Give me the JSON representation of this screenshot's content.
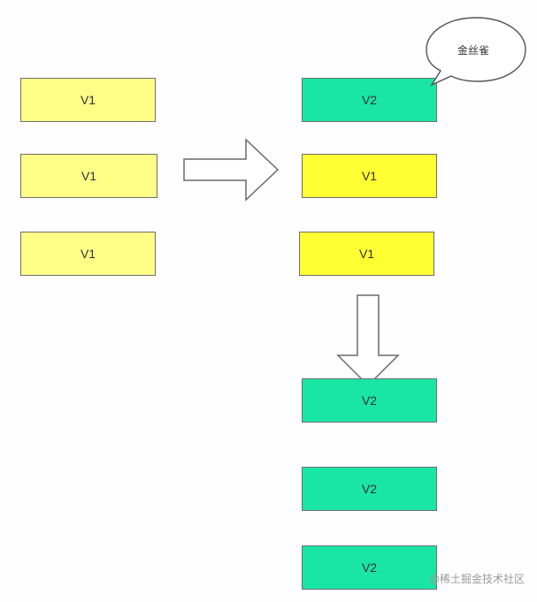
{
  "diagram": {
    "left_column": [
      "V1",
      "V1",
      "V1"
    ],
    "middle_column": [
      "V2",
      "V1",
      "V1"
    ],
    "bottom_column": [
      "V2",
      "V2",
      "V2"
    ],
    "callout": "金丝雀"
  },
  "watermark": "@稀土掘金技术社区",
  "colors": {
    "v1_light": "#ffff88",
    "v1_bright": "#ffff33",
    "v2": "#19e6a3",
    "border": "#6f6f6f"
  }
}
